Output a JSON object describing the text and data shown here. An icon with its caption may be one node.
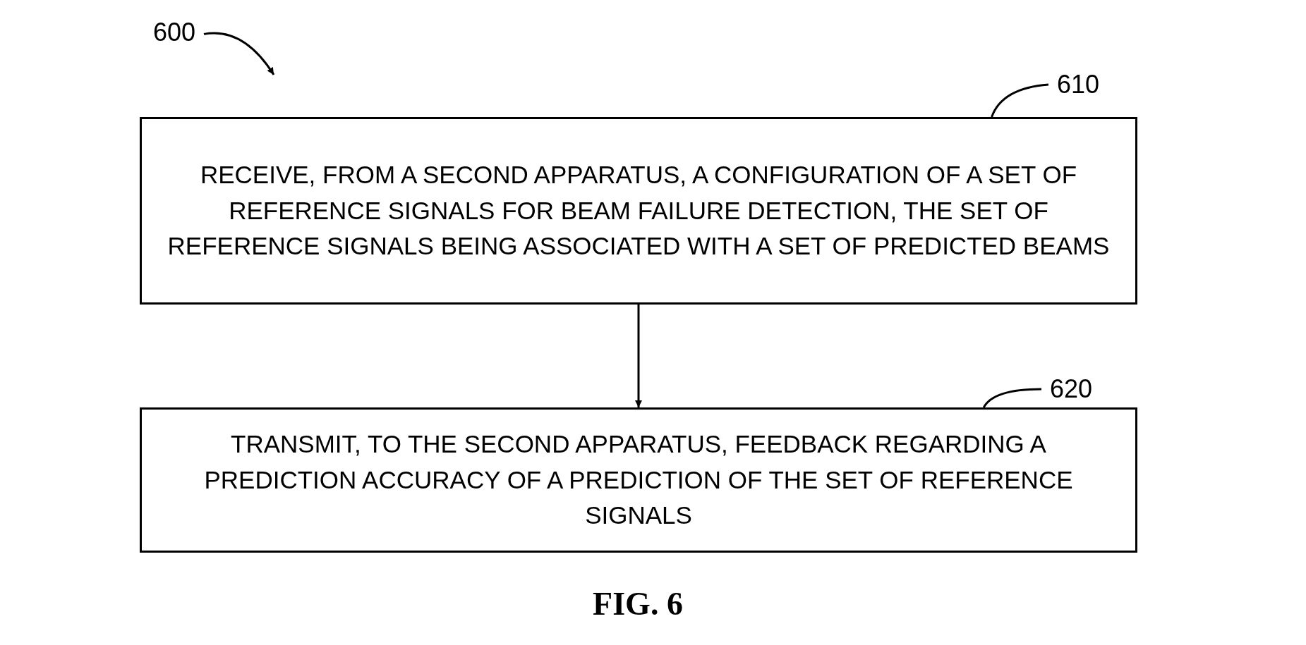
{
  "diagram": {
    "caption": "FIG. 6",
    "nodes": [
      {
        "text": [
          "600"
        ]
      },
      {
        "text": [
          "610"
        ]
      },
      {
        "text": [
          "RECEIVE, FROM A SECOND APPARATUS, A CONFIGURATION OF A SET OF REFERENCE SIGNALS FOR BEAM FAILURE DETECTION, THE SET OF REFERENCE SIGNALS BEING ASSOCIATED WITH A SET OF PREDICTED BEAMS"
        ]
      },
      {
        "text": [
          "620"
        ]
      },
      {
        "text": [
          "TRANSMIT, TO THE SECOND APPARATUS, FEEDBACK REGARDING A PREDICTION ACCURACY OF A PREDICTION OF THE SET OF REFERENCE SIGNALS"
        ]
      }
    ],
    "edges": [
      {
        "from": 0,
        "to": null,
        "arrow": "to"
      },
      {
        "from": 1,
        "to": 2,
        "arrow": "none"
      },
      {
        "from": 2,
        "to": 4,
        "arrow": "to"
      },
      {
        "from": 3,
        "to": 4,
        "arrow": "none"
      }
    ]
  }
}
